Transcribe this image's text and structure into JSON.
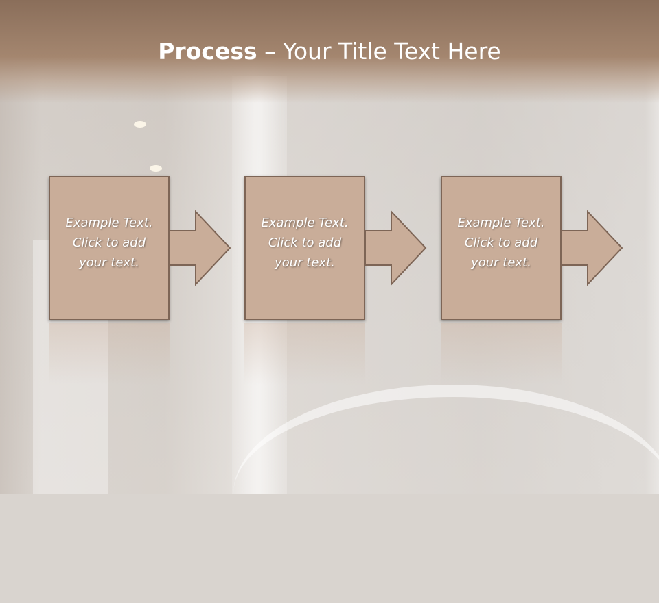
{
  "slide": {
    "title_strong": "Process",
    "title_rest": " – Your Title Text Here"
  },
  "steps": [
    {
      "lines": [
        "Example Text.",
        "Click  to add",
        "your text."
      ]
    },
    {
      "lines": [
        "Example Text.",
        "Click  to add",
        "your text."
      ]
    },
    {
      "lines": [
        "Example Text.",
        "Click  to add",
        "your text."
      ]
    }
  ],
  "colors": {
    "header": "#9c7e68",
    "box_fill": "#c9ad99",
    "box_border": "#7d6556",
    "text": "#ffffff"
  },
  "icons": [
    "right-arrow-icon"
  ]
}
